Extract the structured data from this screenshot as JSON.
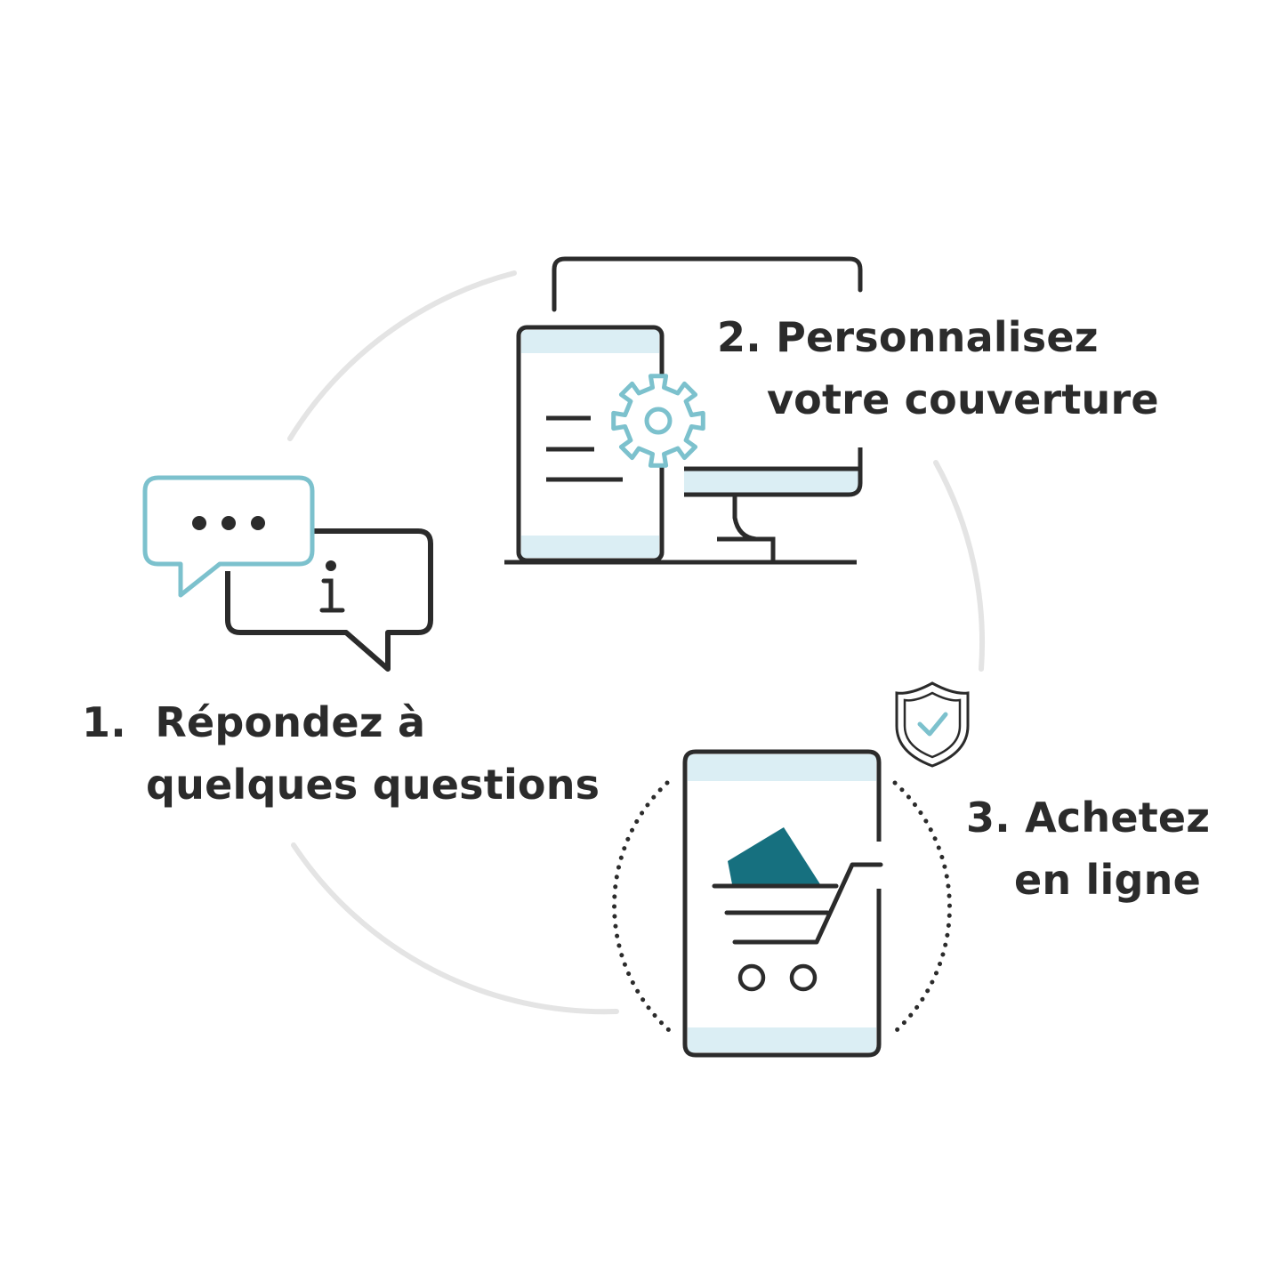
{
  "colors": {
    "ink": "#2b2b2b",
    "accent_light": "#dbeef4",
    "accent_blue": "#7cc1cd",
    "accent_teal": "#16707f",
    "ring": "#e4e4e4"
  },
  "steps": [
    {
      "number": "1.",
      "line1": "Répondez à",
      "line2": "quelques questions",
      "icon": "chat-bubbles-info-icon"
    },
    {
      "number": "2.",
      "line1": "Personnalisez",
      "line2": "votre couverture",
      "icon": "monitor-tablet-gear-icon"
    },
    {
      "number": "3.",
      "line1": "Achetez",
      "line2": "en ligne",
      "icon": "tablet-shopping-cart-icon",
      "badge_icon": "shield-check-icon"
    }
  ]
}
